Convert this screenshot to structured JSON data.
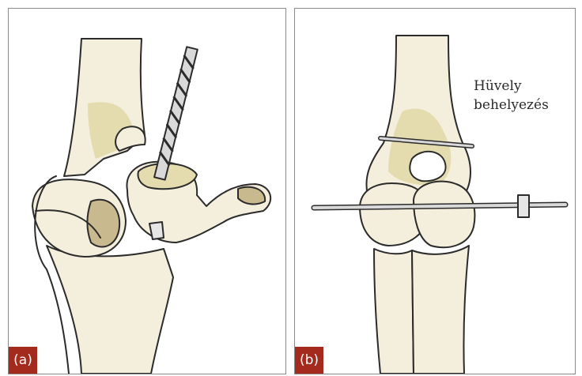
{
  "panels": [
    {
      "label": "(a)"
    },
    {
      "label": "(b)",
      "caption_line1": "Hüvely",
      "caption_line2": "behelyezés"
    }
  ],
  "colors": {
    "bone": "#f4eedc",
    "bone_shadow": "#e4dcae",
    "cartilage_dark": "#c9b98e",
    "outline": "#2b2b2b",
    "label_bg": "#a52a1e",
    "wire": "#d9d9d9"
  }
}
